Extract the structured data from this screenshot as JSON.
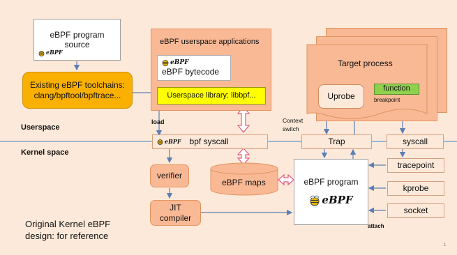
{
  "colors": {
    "background": "#fde9d9",
    "salmon_box": "#f9b995",
    "light_box": "#fde9d9",
    "peach_box": "#f8c9a8",
    "orange_box": "#f9b000",
    "yellow_box": "#ffff00",
    "green_box": "#8fd14f",
    "arrow_blue": "#5b7fb5",
    "arrow_pink": "#e05a86",
    "divider": "#5b9bd5"
  },
  "icons": {
    "bee": "bee-icon"
  },
  "source_box": {
    "line1": "eBPF program",
    "line2": "source",
    "logo_text": "eBPF"
  },
  "toolchains": {
    "line1": "Existing eBPF toolchains:",
    "line2": "clang/bpftool/bpftrace..."
  },
  "userspace_apps": {
    "title": "eBPF userspace applications",
    "bytecode_logo": "eBPF",
    "bytecode_label": "eBPF bytecode",
    "library_label": "Userspace library: libbpf..."
  },
  "target": {
    "title": "Target process",
    "uprobe": "Uprobe",
    "function": "function",
    "breakpoint": "breakpoint"
  },
  "labels": {
    "load": "load",
    "context_switch_1": "Context",
    "context_switch_2": "switch",
    "userspace": "Userspace",
    "kernel_space": "Kernel space",
    "attach": "attach"
  },
  "syscall_bar": {
    "logo_text": "eBPF",
    "label": "bpf syscall"
  },
  "trap": "Trap",
  "syscall_right": "syscall",
  "verifier": "verifier",
  "jit": {
    "line1": "JIT",
    "line2": "compiler"
  },
  "maps": "eBPF maps",
  "program": {
    "label": "eBPF program",
    "logo_text": "eBPF"
  },
  "hooks": [
    "tracepoint",
    "kprobe",
    "socket"
  ],
  "footer": {
    "line1": "Original Kernel eBPF",
    "line2": "design: for reference"
  },
  "page_number": "1"
}
